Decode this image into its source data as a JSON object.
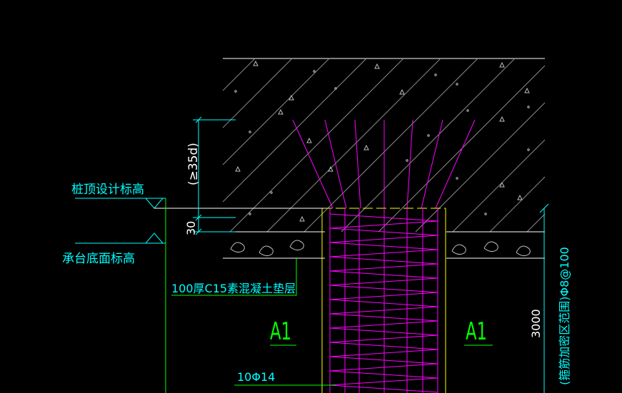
{
  "drawing": {
    "colors": {
      "background": "#000000",
      "concrete_outline": "#ffffff",
      "hatch": "#9a9a9a",
      "rebar": "#ff00ff",
      "pile_outline": "#ffff00",
      "annotation": "#00ffff",
      "leader": "#00ff00"
    },
    "labels": {
      "pile_top_elevation": "桩顶设计标高",
      "cap_bottom_elevation": "承台底面标高",
      "cushion": "100厚C15素混凝土垫层",
      "section_left": "A1",
      "section_right": "A1",
      "main_rebar": "10Φ14",
      "anchorage": "(≥35d)",
      "embed_30": "30",
      "depth_3000": "3000",
      "stirrup_note": "(箍筋加密区范围)Φ8@100"
    }
  }
}
